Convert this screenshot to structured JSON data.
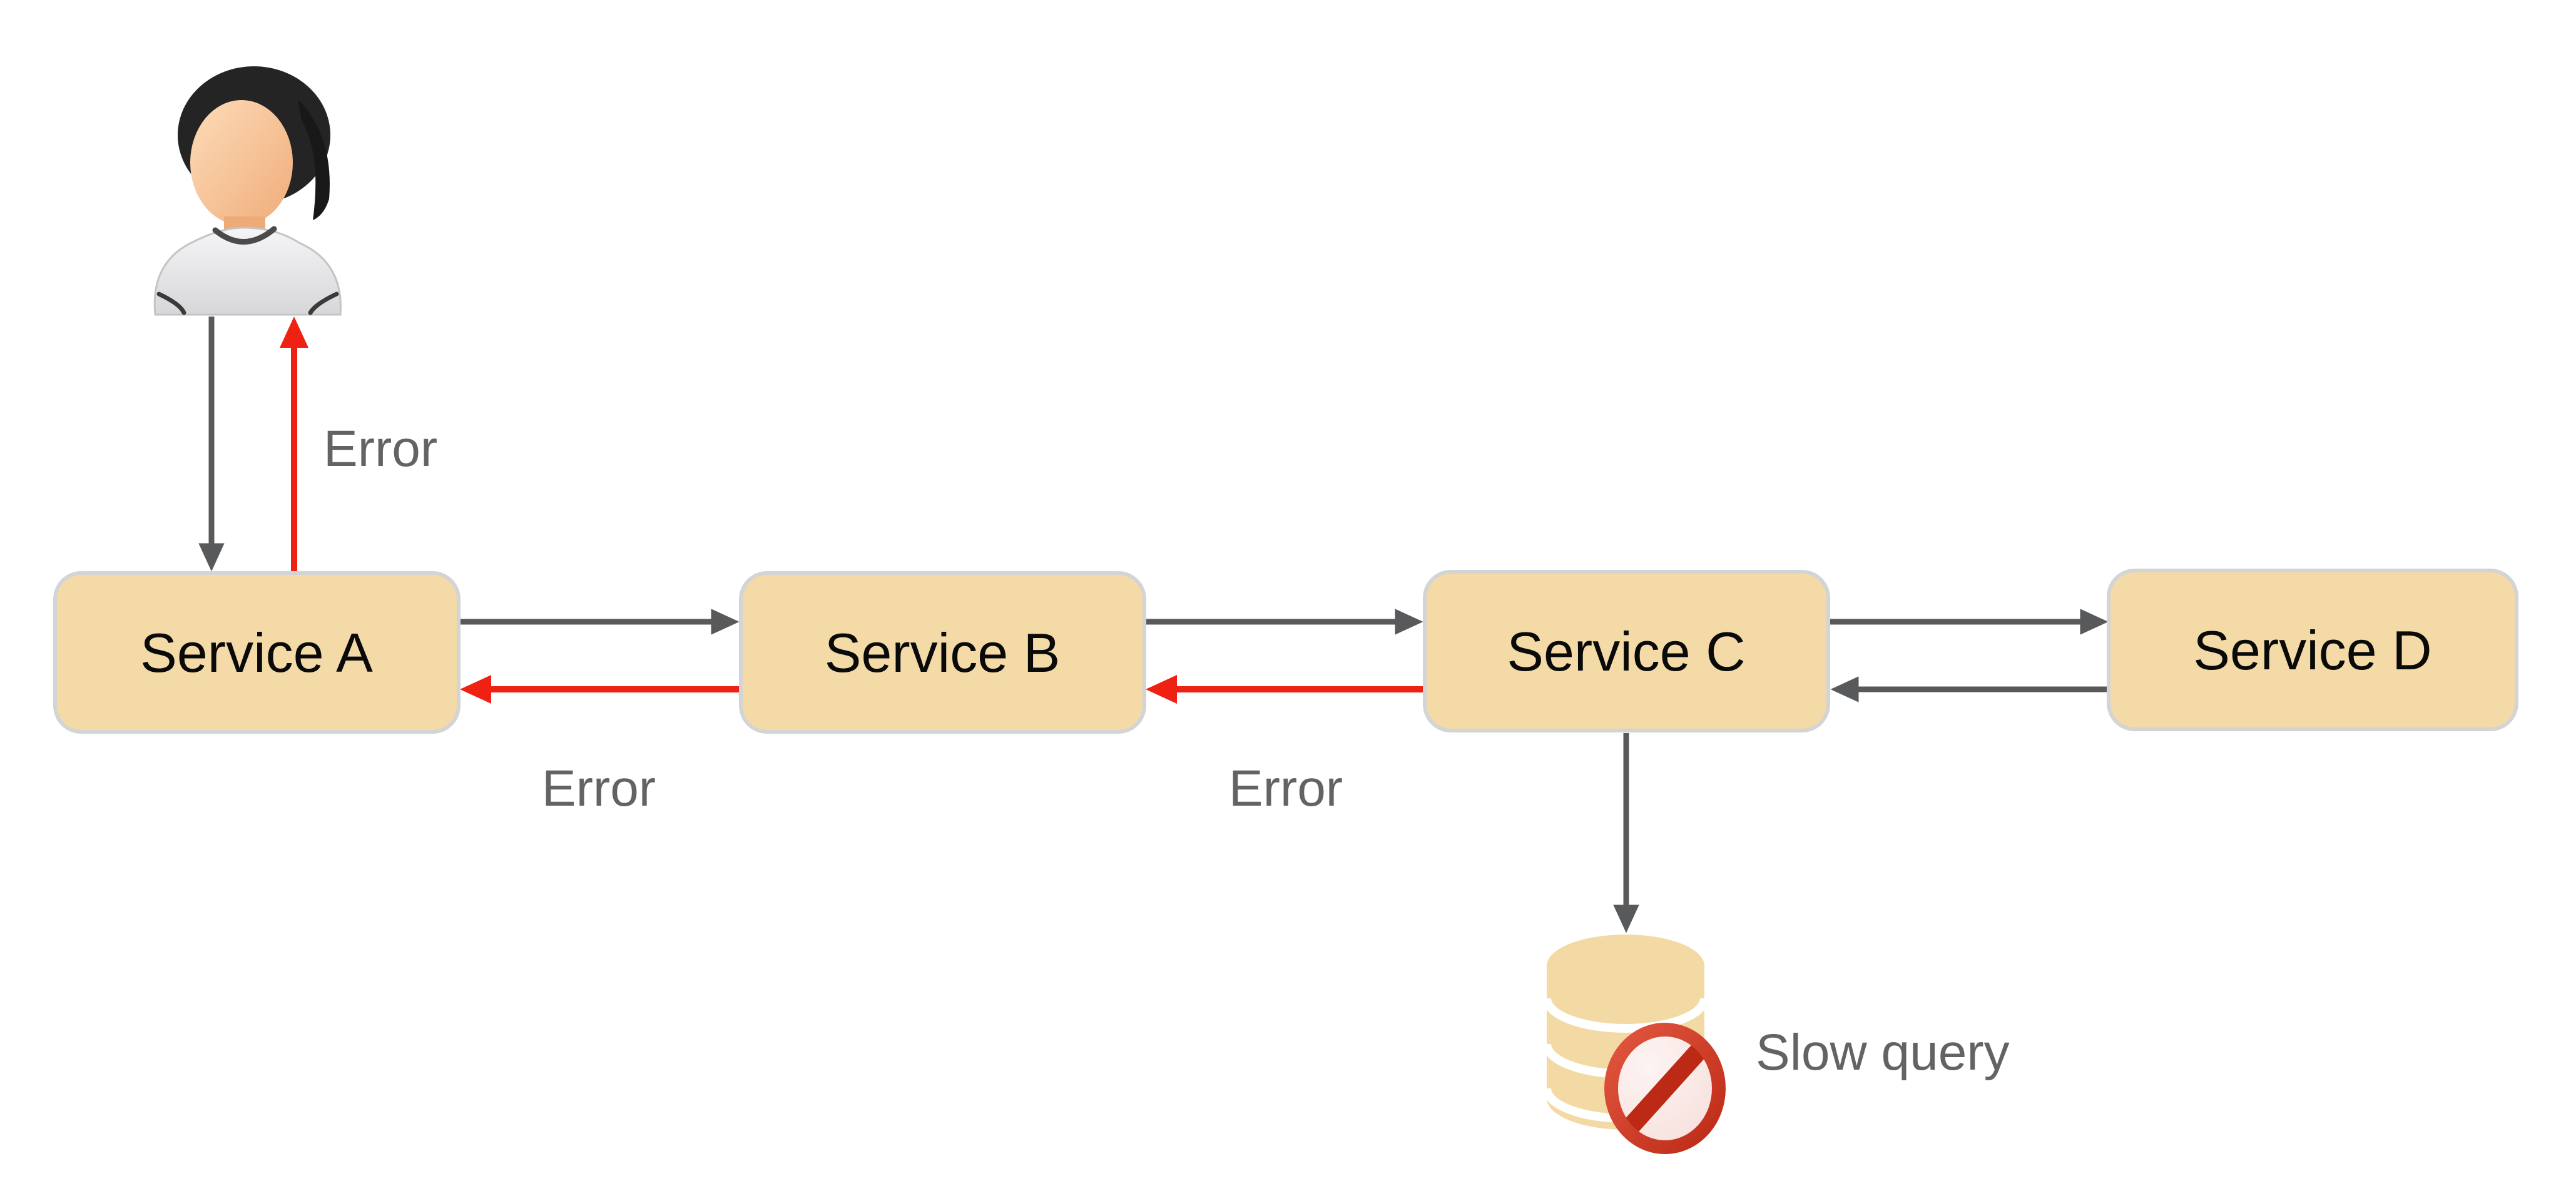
{
  "diagram": {
    "nodes": {
      "service_a": {
        "label": "Service A"
      },
      "service_b": {
        "label": "Service B"
      },
      "service_c": {
        "label": "Service C"
      },
      "service_d": {
        "label": "Service D"
      }
    },
    "edge_labels": {
      "a_to_user_error": "Error",
      "b_to_a_error": "Error",
      "c_to_b_error": "Error"
    },
    "database": {
      "annotation": "Slow query"
    },
    "icons": {
      "actor": "user-icon",
      "datastore": "database-icon",
      "blocked": "no-entry-icon"
    },
    "colors": {
      "background": "#ffffff",
      "node_fill": "#f3daa6",
      "node_border": "#d3d4d6",
      "node_text": "#0a0a0a",
      "arrow_gray": "#58595b",
      "arrow_red": "#ee2112",
      "annotation_text": "#636363",
      "database_fill": "#f3daa5",
      "sign_ring": "#d0331f",
      "sign_slash": "#bc2914",
      "sign_face": "#fbedeb"
    }
  }
}
